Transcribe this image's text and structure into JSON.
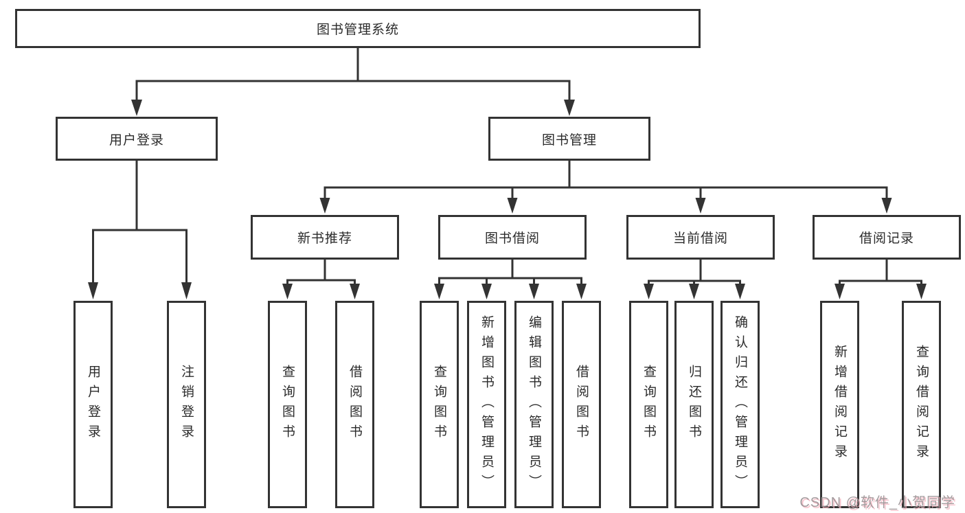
{
  "diagram": {
    "root": "图书管理系统",
    "level2": {
      "user_login": "用户登录",
      "book_mgmt": "图书管理"
    },
    "level3": {
      "new_books": "新书推荐",
      "book_borrow": "图书借阅",
      "current_borrow": "当前借阅",
      "borrow_records": "借阅记录"
    },
    "leaves": {
      "user_login": [
        "用户登录",
        "注销登录"
      ],
      "new_books": [
        "查询图书",
        "借阅图书"
      ],
      "book_borrow": [
        "查询图书",
        "新增图书（管理员）",
        "编辑图书（管理员）",
        "借阅图书"
      ],
      "current_borrow": [
        "查询图书",
        "归还图书",
        "确认归还（管理员）"
      ],
      "borrow_records": [
        "新增借阅记录",
        "查询借阅记录"
      ]
    }
  },
  "watermark": "CSDN @软件_小贺同学",
  "colors": {
    "line": "#333333",
    "text": "#2b2b2b",
    "box_bg": "#ffffff",
    "watermark_text": "#948c8e",
    "watermark_shadow": "#f6b2be"
  }
}
